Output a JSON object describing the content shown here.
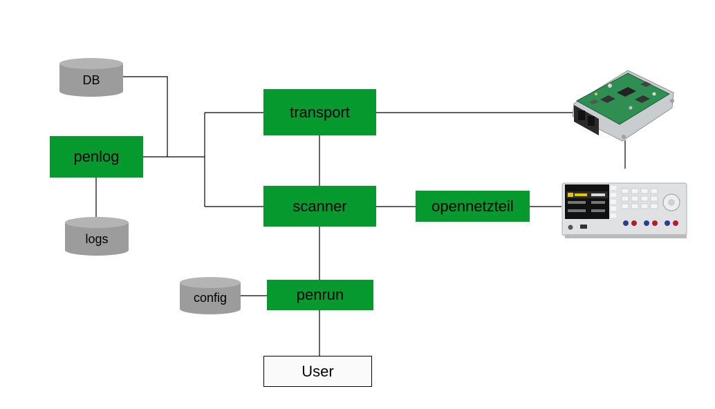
{
  "nodes": {
    "transport": "transport",
    "penlog": "penlog",
    "scanner": "scanner",
    "opennetzteil": "opennetzteil",
    "penrun": "penrun",
    "user": "User"
  },
  "stores": {
    "db": "DB",
    "logs": "logs",
    "config": "config"
  },
  "devices": {
    "ecu": "ecu-board-icon",
    "power_supply": "power-supply-icon"
  },
  "colors": {
    "node_fill": "#069a2e",
    "cylinder_fill": "#9c9c9c",
    "cylinder_top": "#b4b4b4",
    "line": "#000000"
  }
}
